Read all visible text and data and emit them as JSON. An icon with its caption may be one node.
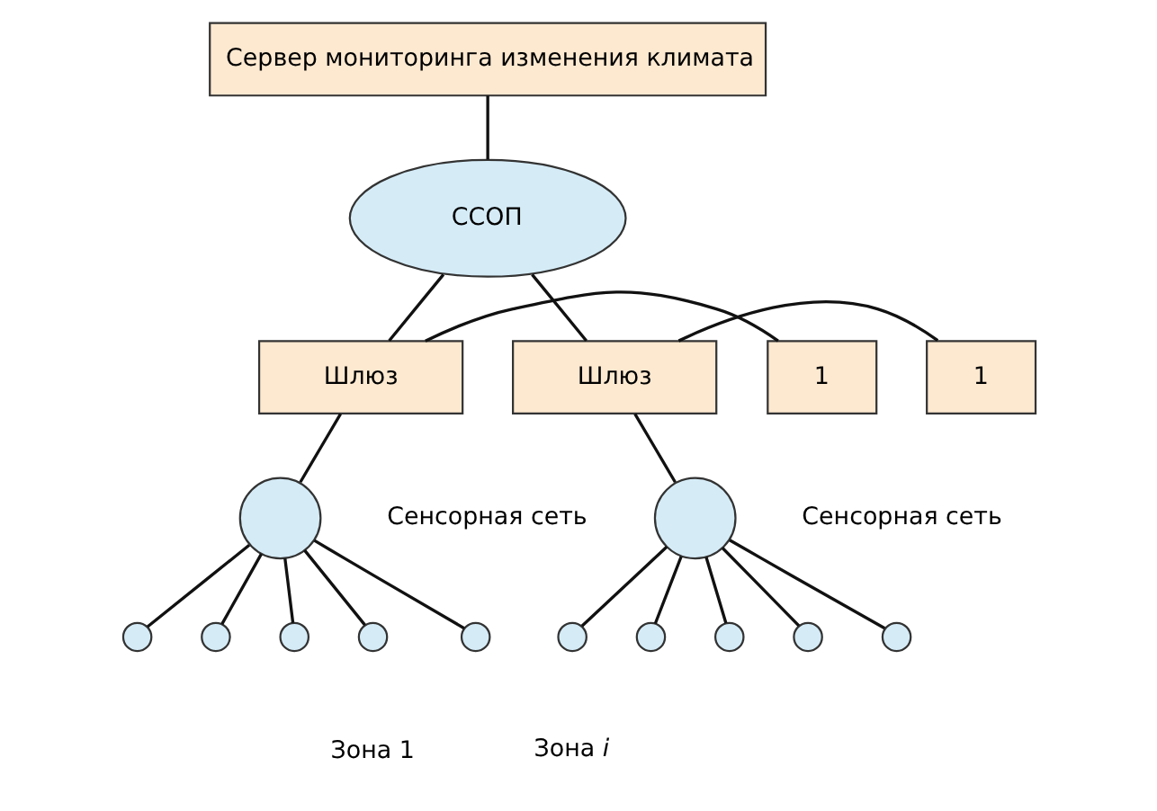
{
  "diagram": {
    "nodes": [
      {
        "text": [
          "Сервер мониторинга изменения климата"
        ]
      },
      {
        "text": [
          "ССОП"
        ]
      },
      {
        "text": [
          "1"
        ]
      },
      {
        "text": [
          "Шлюз"
        ]
      },
      {
        "text": [
          "1"
        ]
      },
      {
        "text": [
          "Шлюз"
        ]
      },
      {
        "text": [],
        "shape": "circle"
      },
      {
        "text": [],
        "shape": "circle"
      },
      {
        "text": [],
        "shape": "circle"
      },
      {
        "text": [],
        "shape": "circle"
      },
      {
        "text": [],
        "shape": "circle"
      },
      {
        "text": [],
        "shape": "circle"
      },
      {
        "text": [],
        "shape": "circle"
      },
      {
        "text": [],
        "shape": "circle"
      },
      {
        "text": [],
        "shape": "circle"
      },
      {
        "text": [],
        "shape": "circle"
      },
      {
        "text": [],
        "shape": "circle"
      },
      {
        "text": [],
        "shape": "circle"
      }
    ],
    "edges": [
      {
        "from": 0,
        "to": 1,
        "arrow": "none"
      },
      {
        "from": 1,
        "to": 3,
        "arrow": "none"
      },
      {
        "from": 1,
        "to": 5,
        "arrow": "none"
      },
      {
        "from": 2,
        "to": 3,
        "arrow": "none"
      },
      {
        "from": 5,
        "to": 4,
        "arrow": "none"
      },
      {
        "from": 3,
        "to": 6,
        "arrow": "none"
      },
      {
        "from": 6,
        "to": 7,
        "arrow": "none"
      },
      {
        "from": 6,
        "to": 8,
        "arrow": "none"
      },
      {
        "from": 6,
        "to": 9,
        "arrow": "none"
      },
      {
        "from": 6,
        "to": 10,
        "arrow": "none"
      },
      {
        "from": 6,
        "to": 11,
        "arrow": "none"
      },
      {
        "from": 5,
        "to": 12,
        "arrow": "none"
      },
      {
        "from": 12,
        "to": 13,
        "arrow": "none"
      },
      {
        "from": 12,
        "to": 14,
        "arrow": "none"
      },
      {
        "from": 12,
        "to": 15,
        "arrow": "none"
      },
      {
        "from": 12,
        "to": 16,
        "arrow": "none"
      },
      {
        "from": 12,
        "to": 17,
        "arrow": "none"
      }
    ],
    "labels": [
      "Сенсорная сеть",
      "Сенсорная сеть",
      "Зона 1",
      "Зона *i*"
    ]
  }
}
